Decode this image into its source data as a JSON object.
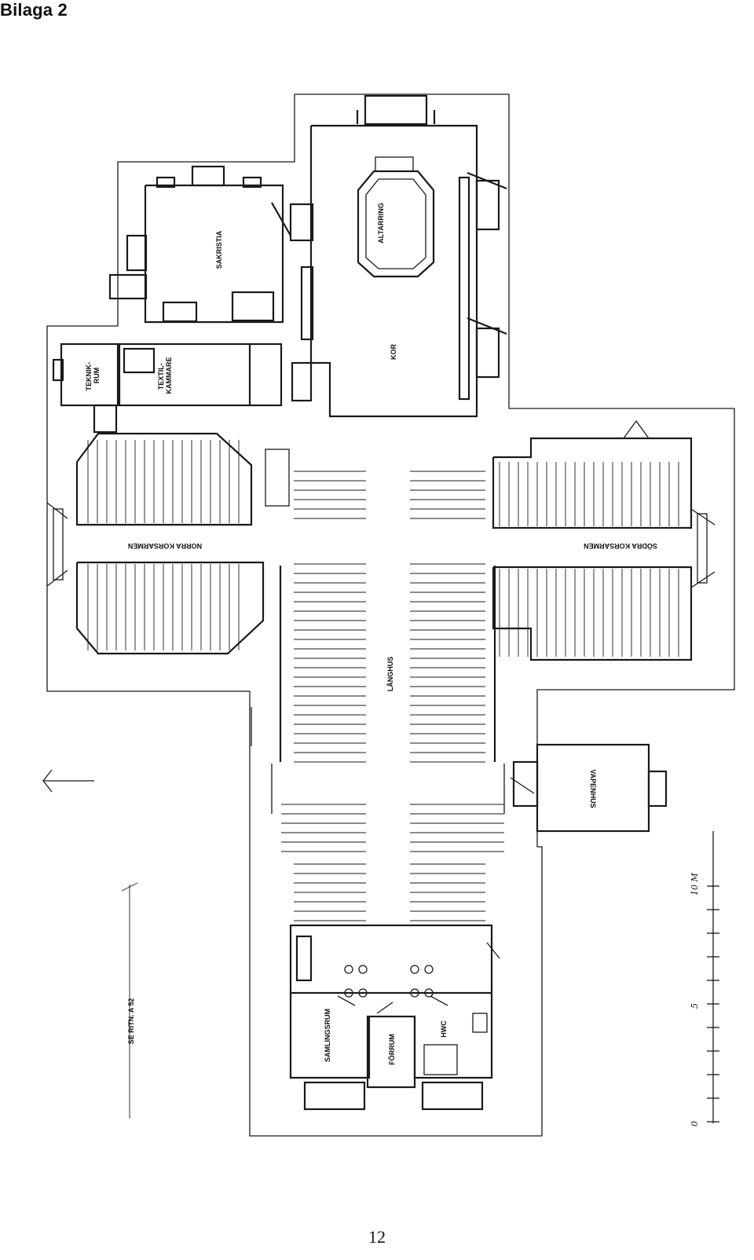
{
  "header": {
    "title": "Bilaga 2"
  },
  "footer": {
    "page_number": "12"
  },
  "rooms": {
    "kor": "KOR",
    "altarring": "ALTARRING",
    "sakristia": "SAKRISTIA",
    "teknikrum": "TEKNIK-\nRUM",
    "textilkammare": "TEXTIL-\nKAMMARE",
    "norra_korsarmen": "NORRA KORSARMEN",
    "sodra_korsarmen": "SÖDRA KORSARMEN",
    "langhus": "LÅNGHUS",
    "vapenhus": "VAPENHUS",
    "samlingsrum": "SAMLINGSRUM",
    "forrum": "FÖRRUM",
    "hwc": "HWC"
  },
  "notes": {
    "section_ref": "SE RITN. A 52"
  },
  "scale_bar": {
    "labels": [
      "0",
      "5",
      "10 M"
    ]
  }
}
